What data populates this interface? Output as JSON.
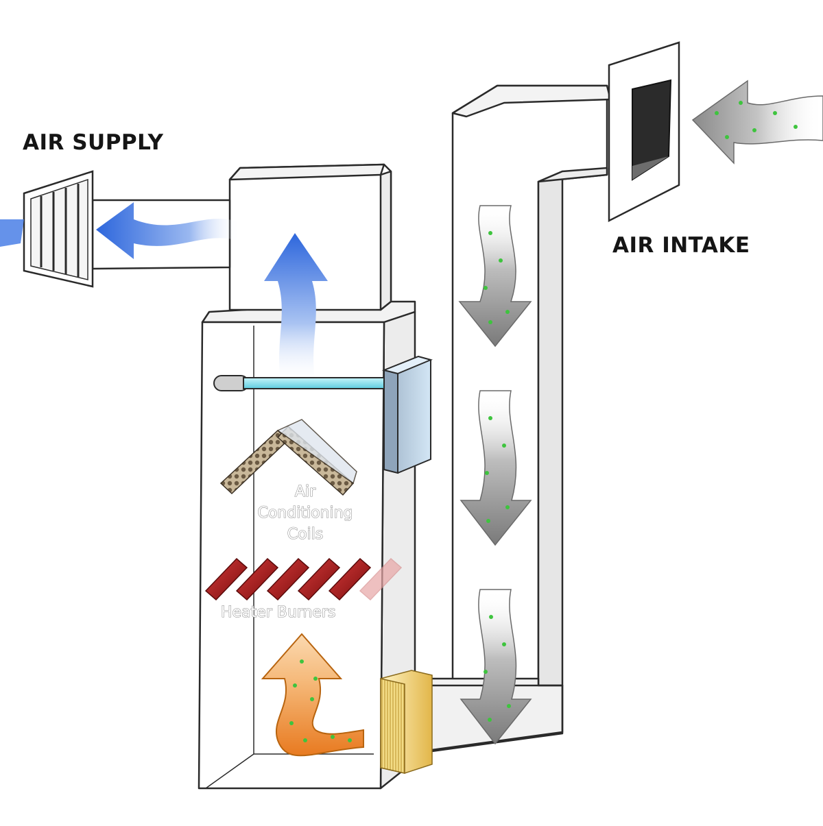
{
  "labels": {
    "air_supply": "AIR SUPPLY",
    "air_intake": "AIR INTAKE",
    "ac_coils_line1": "Air",
    "ac_coils_line2": "Conditioning",
    "ac_coils_line3": "Coils",
    "heater_burners": "Heater Burners"
  },
  "colors": {
    "supply_air": "#2f6be0",
    "return_air": "#8a8a8a",
    "particles": "#3ec43e",
    "heated_air": "#f0a050",
    "burners": "#b01818",
    "uv_lamp": "#7fe0ee",
    "filter": "#e8c860",
    "duct_outline": "#2a2a2a"
  },
  "icons": [
    "supply-grille-icon",
    "intake-grille-icon",
    "uv-lamp-icon",
    "control-box-icon",
    "filter-icon"
  ]
}
